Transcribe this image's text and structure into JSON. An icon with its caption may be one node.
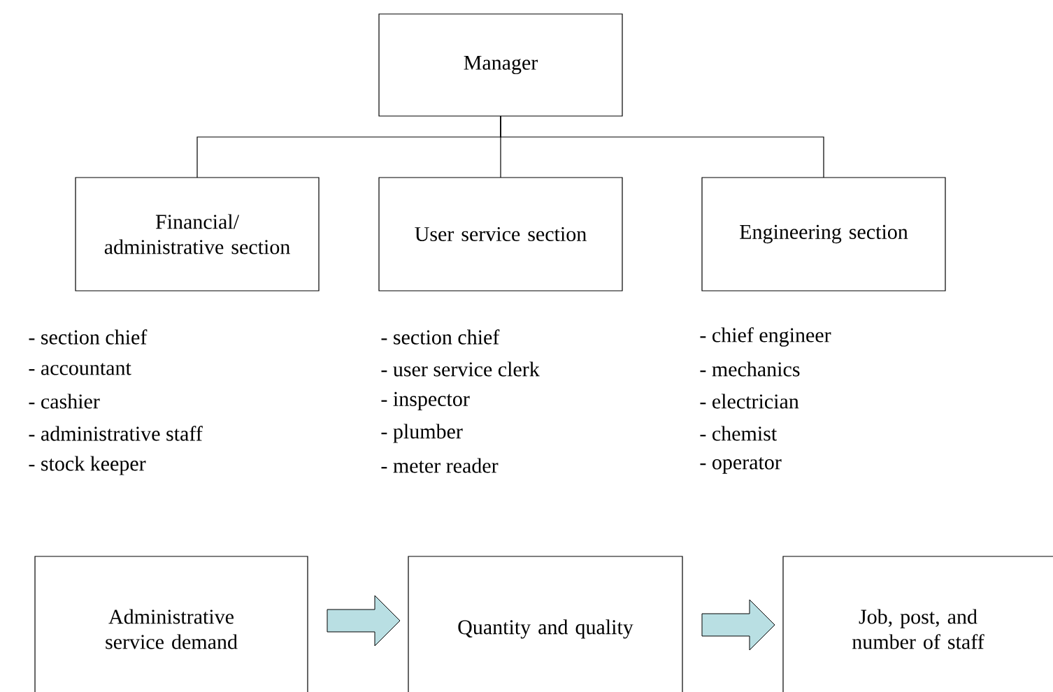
{
  "diagram": {
    "nodes": [
      {
        "text": [
          "Manager"
        ]
      },
      {
        "text": [
          "Financial/ administrative section"
        ],
        "beside": [
          "- section chief",
          "- accountant",
          "- cashier",
          "- administrative staff",
          "- stock keeper"
        ]
      },
      {
        "text": [
          "User service section"
        ],
        "beside": [
          "- section chief",
          "- user service clerk",
          "- inspector",
          "- plumber",
          "- meter reader"
        ]
      },
      {
        "text": [
          "Engineering section"
        ],
        "beside": [
          "- chief engineer",
          "- mechanics",
          "- electrician",
          "- chemist",
          "- operator"
        ]
      },
      {
        "text": [
          "Administrative service demand"
        ]
      },
      {
        "text": [
          "Quantity and quality"
        ]
      },
      {
        "text": [
          "Job, post, and number of staff"
        ]
      }
    ],
    "edges": [
      {
        "from": 0,
        "to": 1,
        "arrow": "none"
      },
      {
        "from": 0,
        "to": 2,
        "arrow": "none"
      },
      {
        "from": 0,
        "to": 3,
        "arrow": "none"
      },
      {
        "from": 4,
        "to": 5,
        "arrow": "to",
        "style": "thick",
        "color": "#b9dfe3"
      },
      {
        "from": 5,
        "to": 6,
        "arrow": "to",
        "style": "thick",
        "color": "#b9dfe3"
      }
    ]
  }
}
